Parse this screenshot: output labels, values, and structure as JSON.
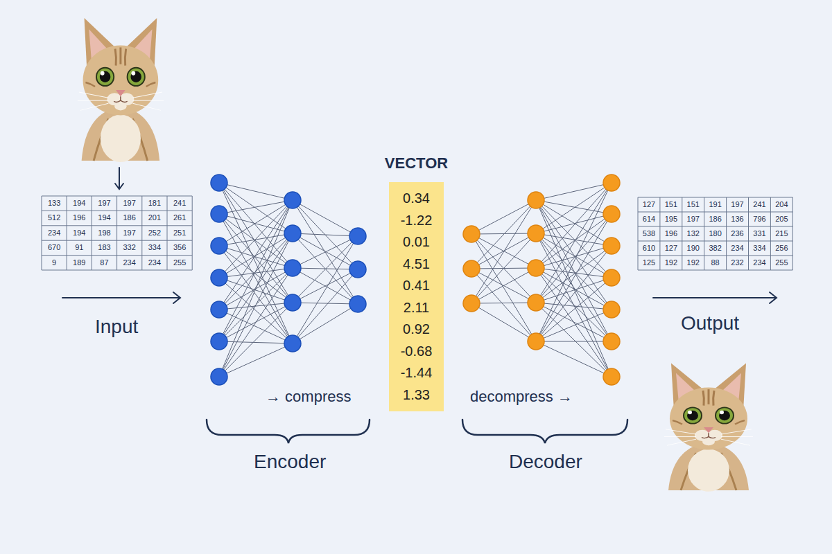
{
  "diagram": {
    "nodes": [
      {
        "text": [
          "VECTOR",
          "0.34",
          "-1.22",
          "0.01",
          "4.51",
          "0.41",
          "2.11",
          "0.92",
          "-0.68",
          "-1.44",
          "1.33"
        ]
      }
    ],
    "labels": [
      "133",
      "194",
      "197",
      "197",
      "181",
      "241",
      "512",
      "196",
      "194",
      "186",
      "201",
      "261",
      "234",
      "194",
      "198",
      "197",
      "252",
      "251",
      "670",
      "91",
      "183",
      "332",
      "334",
      "356",
      "9",
      "189",
      "87",
      "234",
      "234",
      "255",
      "Input",
      "→ compress",
      "Encoder",
      "decompress →",
      "Decoder",
      "127",
      "151",
      "151",
      "191",
      "197",
      "241",
      "204",
      "614",
      "195",
      "197",
      "186",
      "136",
      "796",
      "205",
      "538",
      "196",
      "132",
      "180",
      "236",
      "331",
      "215",
      "610",
      "127",
      "190",
      "382",
      "234",
      "334",
      "256",
      "125",
      "192",
      "192",
      "88",
      "232",
      "234",
      "255",
      "Output"
    ]
  }
}
